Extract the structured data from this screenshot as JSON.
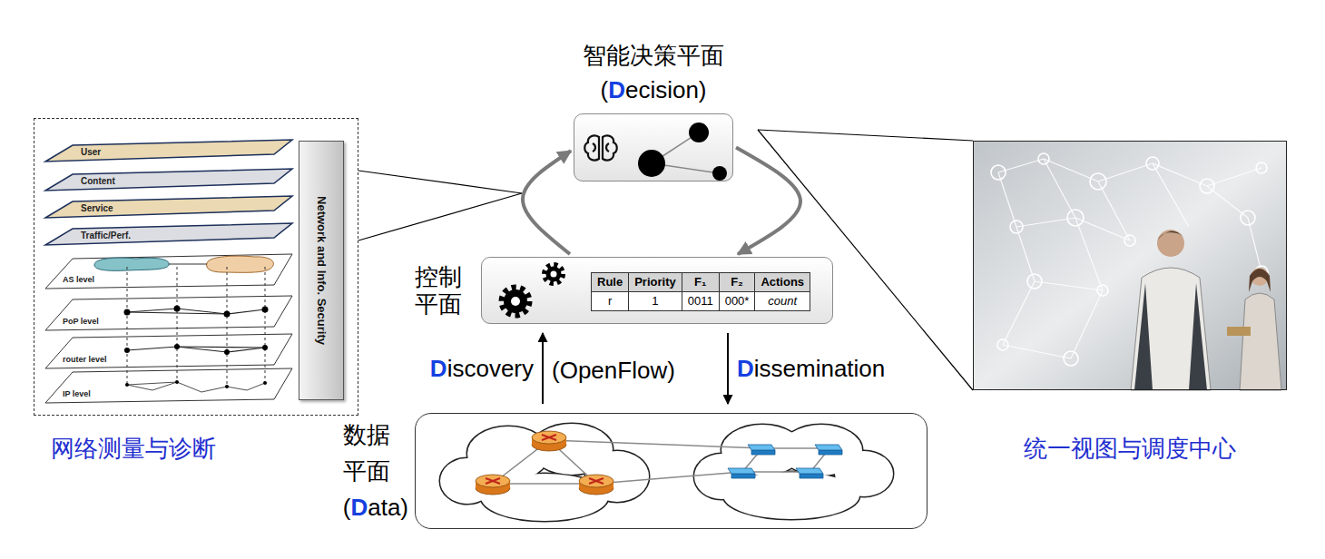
{
  "diagram": {
    "nodes": [
      {
        "text": [
          "智能决策平面 (Decision)"
        ]
      },
      {
        "text": [
          "网络测量与诊断"
        ]
      },
      {
        "text": [
          "Network and Info. Security"
        ],
        "in": 1
      },
      {
        "text": [
          "控制 平面"
        ]
      },
      {
        "text": [
          "统一视图与调度中心"
        ]
      },
      {
        "text": [
          "数据 平面 (Data)"
        ]
      }
    ],
    "edges": [
      {
        "from": 3,
        "to": 0,
        "arrow": "to"
      },
      {
        "from": 0,
        "to": 3,
        "arrow": "to"
      },
      {
        "from": 5,
        "to": 3,
        "label": "Discovery",
        "arrow": "to"
      },
      {
        "from": 3,
        "to": 5,
        "label": "Dissemination",
        "arrow": "to"
      }
    ],
    "labels": [
      "Rule",
      "Priority",
      "F₁",
      "F₂",
      "Actions",
      "r",
      "1",
      "0011",
      "000*",
      "count",
      "User",
      "Content",
      "Service",
      "Traffic/Perf.",
      "AS level",
      "PoP level",
      "router level",
      "IP level",
      "(OpenFlow)"
    ]
  }
}
